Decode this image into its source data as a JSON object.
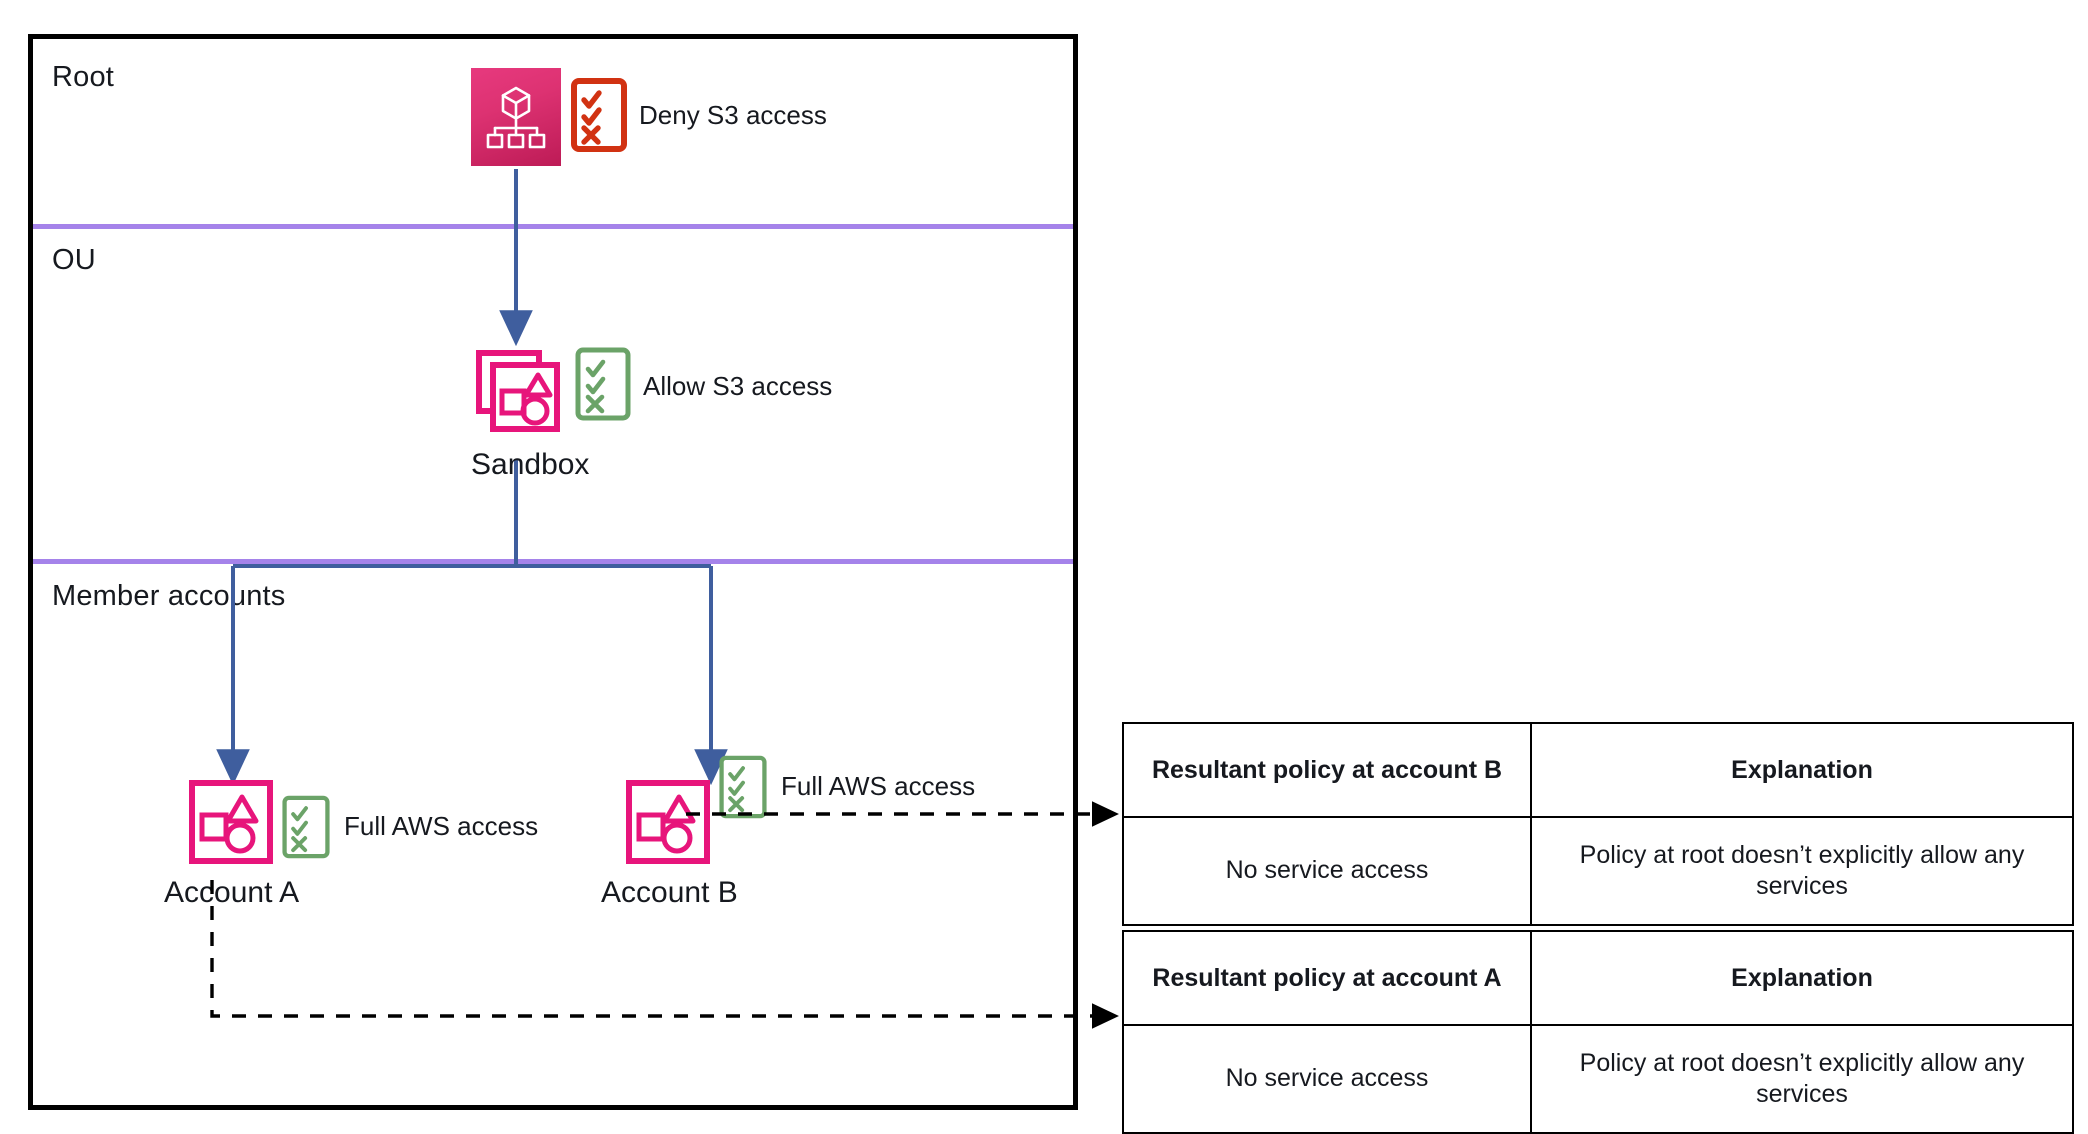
{
  "diagram": {
    "title": "AWS Organizations SCP inheritance example",
    "lanes": [
      {
        "id": "root",
        "label": "Root"
      },
      {
        "id": "ou",
        "label": "OU"
      },
      {
        "id": "member",
        "label": "Member accounts"
      }
    ],
    "nodes": [
      {
        "id": "root-org",
        "icon": "aws-organizations-icon",
        "caption": "",
        "policy": {
          "label": "Deny S3 access",
          "tone": "deny",
          "color": "#d13212"
        }
      },
      {
        "id": "sandbox-ou",
        "icon": "organizational-unit-icon",
        "caption": "Sandbox",
        "policy": {
          "label": "Allow S3 access",
          "tone": "allow",
          "color": "#6ba368"
        }
      },
      {
        "id": "account-a",
        "icon": "aws-account-icon",
        "caption": "Account A",
        "policy": {
          "label": "Full AWS access",
          "tone": "allow",
          "color": "#6ba368"
        }
      },
      {
        "id": "account-b",
        "icon": "aws-account-icon",
        "caption": "Account B",
        "policy": {
          "label": "Full AWS access",
          "tone": "allow",
          "color": "#6ba368"
        }
      }
    ],
    "colors": {
      "frame_border": "#000000",
      "lane_divider": "#a583ea",
      "connector": "#3f5e9e",
      "brand_pink": "#e7157b",
      "org_gradient_start": "#e7397e",
      "org_gradient_end": "#bd1b56",
      "deny_red": "#d13212",
      "allow_green": "#6ba368",
      "dashed": "#000000"
    }
  },
  "tables": [
    {
      "id": "table-account-b",
      "headers": [
        "Resultant policy at account B",
        "Explanation"
      ],
      "rows": [
        [
          "No service access",
          "Policy at root doesn’t explicitly allow any services"
        ]
      ]
    },
    {
      "id": "table-account-a",
      "headers": [
        "Resultant policy at account A",
        "Explanation"
      ],
      "rows": [
        [
          "No service access",
          "Policy at root doesn’t explicitly allow any services"
        ]
      ]
    }
  ]
}
